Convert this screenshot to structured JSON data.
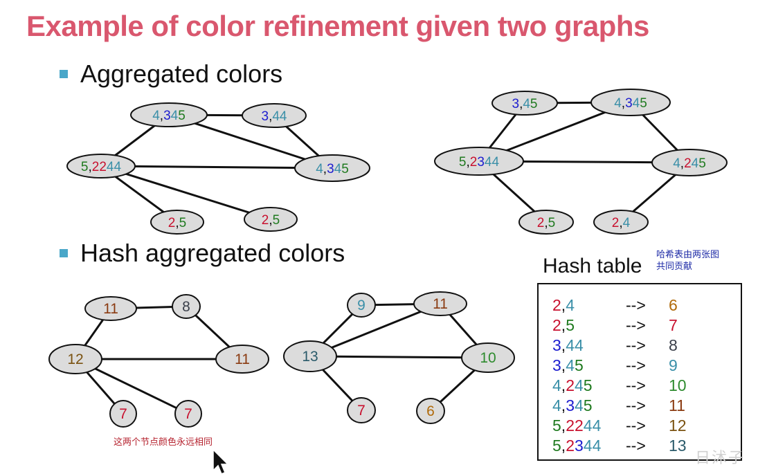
{
  "title": "Example of color refinement given two graphs",
  "bullets": [
    "Aggregated colors",
    "Hash aggregated colors"
  ],
  "colors": {
    "title": "#d9576e",
    "bullet": "#4aa7c9",
    "node_fill": "#dcdcdc",
    "c2": "#c8102e",
    "c3": "#1c1ccf",
    "c4": "#3a8fa8",
    "c5": "#1f7a1f",
    "h6": "#b06a0a",
    "h7": "#c8102e",
    "h8": "#3a3f4a",
    "h9": "#3a8fa8",
    "h10": "#2e8b2e",
    "h11": "#8a3a10",
    "h12": "#7a5210",
    "h13": "#2a5a6a"
  },
  "aggregated_graphs": [
    {
      "nodes": [
        {
          "id": "a",
          "label": [
            [
              "4",
              "c4"
            ],
            [
              ",",
              ""
            ],
            [
              "3",
              "c3"
            ],
            [
              "4",
              "c4"
            ],
            [
              "5",
              "c5"
            ]
          ]
        },
        {
          "id": "b",
          "label": [
            [
              "3",
              "c3"
            ],
            [
              ",",
              ""
            ],
            [
              "4",
              "c4"
            ],
            [
              "4",
              "c4"
            ]
          ]
        },
        {
          "id": "c",
          "label": [
            [
              "5",
              "c5"
            ],
            [
              ",",
              ""
            ],
            [
              "2",
              "c2"
            ],
            [
              "2",
              "c2"
            ],
            [
              "4",
              "c4"
            ],
            [
              "4",
              "c4"
            ]
          ]
        },
        {
          "id": "d",
          "label": [
            [
              "4",
              "c4"
            ],
            [
              ",",
              ""
            ],
            [
              "3",
              "c3"
            ],
            [
              "4",
              "c4"
            ],
            [
              "5",
              "c5"
            ]
          ]
        },
        {
          "id": "e",
          "label": [
            [
              "2",
              "c2"
            ],
            [
              ",",
              ""
            ],
            [
              "5",
              "c5"
            ]
          ]
        },
        {
          "id": "f",
          "label": [
            [
              "2",
              "c2"
            ],
            [
              ",",
              ""
            ],
            [
              "5",
              "c5"
            ]
          ]
        }
      ],
      "edges": [
        [
          "a",
          "b"
        ],
        [
          "a",
          "c"
        ],
        [
          "a",
          "d"
        ],
        [
          "b",
          "d"
        ],
        [
          "c",
          "d"
        ],
        [
          "c",
          "e"
        ],
        [
          "c",
          "f"
        ]
      ]
    },
    {
      "nodes": [
        {
          "id": "a",
          "label": [
            [
              "3",
              "c3"
            ],
            [
              ",",
              ""
            ],
            [
              "4",
              "c4"
            ],
            [
              "5",
              "c5"
            ]
          ]
        },
        {
          "id": "b",
          "label": [
            [
              "4",
              "c4"
            ],
            [
              ",",
              ""
            ],
            [
              "3",
              "c3"
            ],
            [
              "4",
              "c4"
            ],
            [
              "5",
              "c5"
            ]
          ]
        },
        {
          "id": "c",
          "label": [
            [
              "5",
              "c5"
            ],
            [
              ",",
              ""
            ],
            [
              "2",
              "c2"
            ],
            [
              "3",
              "c3"
            ],
            [
              "4",
              "c4"
            ],
            [
              "4",
              "c4"
            ]
          ]
        },
        {
          "id": "d",
          "label": [
            [
              "4",
              "c4"
            ],
            [
              ",",
              ""
            ],
            [
              "2",
              "c2"
            ],
            [
              "4",
              "c4"
            ],
            [
              "5",
              "c5"
            ]
          ]
        },
        {
          "id": "e",
          "label": [
            [
              "2",
              "c2"
            ],
            [
              ",",
              ""
            ],
            [
              "5",
              "c5"
            ]
          ]
        },
        {
          "id": "f",
          "label": [
            [
              "2",
              "c2"
            ],
            [
              ",",
              ""
            ],
            [
              "4",
              "c4"
            ]
          ]
        }
      ],
      "edges": [
        [
          "a",
          "b"
        ],
        [
          "a",
          "c"
        ],
        [
          "b",
          "c"
        ],
        [
          "b",
          "d"
        ],
        [
          "c",
          "d"
        ],
        [
          "c",
          "e"
        ],
        [
          "d",
          "f"
        ]
      ]
    }
  ],
  "hashed_graphs": [
    {
      "nodes": [
        {
          "id": "a",
          "label": "11",
          "color": "h11"
        },
        {
          "id": "b",
          "label": "8",
          "color": "h8"
        },
        {
          "id": "c",
          "label": "12",
          "color": "h12"
        },
        {
          "id": "d",
          "label": "11",
          "color": "h11"
        },
        {
          "id": "e",
          "label": "7",
          "color": "h7"
        },
        {
          "id": "f",
          "label": "7",
          "color": "h7"
        }
      ],
      "edges": [
        [
          "a",
          "b"
        ],
        [
          "a",
          "c"
        ],
        [
          "b",
          "d"
        ],
        [
          "c",
          "d"
        ],
        [
          "c",
          "e"
        ],
        [
          "c",
          "f"
        ]
      ]
    },
    {
      "nodes": [
        {
          "id": "a",
          "label": "9",
          "color": "h9"
        },
        {
          "id": "b",
          "label": "11",
          "color": "h11"
        },
        {
          "id": "c",
          "label": "13",
          "color": "h13"
        },
        {
          "id": "d",
          "label": "10",
          "color": "h10"
        },
        {
          "id": "e",
          "label": "7",
          "color": "h7"
        },
        {
          "id": "f",
          "label": "6",
          "color": "h6"
        }
      ],
      "edges": [
        [
          "a",
          "b"
        ],
        [
          "a",
          "c"
        ],
        [
          "b",
          "c"
        ],
        [
          "b",
          "d"
        ],
        [
          "c",
          "d"
        ],
        [
          "c",
          "e"
        ],
        [
          "d",
          "f"
        ]
      ]
    }
  ],
  "hash_table": {
    "title": "Hash table",
    "note_lines": [
      "哈希表由两张图",
      "共同贡献"
    ],
    "arrow": "-->",
    "rows": [
      {
        "key": [
          [
            "2",
            "c2"
          ],
          [
            ",",
            ""
          ],
          [
            "4",
            "c4"
          ]
        ],
        "value": "6",
        "value_color": "h6"
      },
      {
        "key": [
          [
            "2",
            "c2"
          ],
          [
            ",",
            ""
          ],
          [
            "5",
            "c5"
          ]
        ],
        "value": "7",
        "value_color": "h7"
      },
      {
        "key": [
          [
            "3",
            "c3"
          ],
          [
            ",",
            ""
          ],
          [
            "4",
            "c4"
          ],
          [
            "4",
            "c4"
          ]
        ],
        "value": "8",
        "value_color": "h8"
      },
      {
        "key": [
          [
            "3",
            "c3"
          ],
          [
            ",",
            ""
          ],
          [
            "4",
            "c4"
          ],
          [
            "5",
            "c5"
          ]
        ],
        "value": "9",
        "value_color": "h9"
      },
      {
        "key": [
          [
            "4",
            "c4"
          ],
          [
            ",",
            ""
          ],
          [
            "2",
            "c2"
          ],
          [
            "4",
            "c4"
          ],
          [
            "5",
            "c5"
          ]
        ],
        "value": "10",
        "value_color": "h10"
      },
      {
        "key": [
          [
            "4",
            "c4"
          ],
          [
            ",",
            ""
          ],
          [
            "3",
            "c3"
          ],
          [
            "4",
            "c4"
          ],
          [
            "5",
            "c5"
          ]
        ],
        "value": "11",
        "value_color": "h11"
      },
      {
        "key": [
          [
            "5",
            "c5"
          ],
          [
            ",",
            ""
          ],
          [
            "2",
            "c2"
          ],
          [
            "2",
            "c2"
          ],
          [
            "4",
            "c4"
          ],
          [
            "4",
            "c4"
          ]
        ],
        "value": "12",
        "value_color": "h12"
      },
      {
        "key": [
          [
            "5",
            "c5"
          ],
          [
            ",",
            ""
          ],
          [
            "2",
            "c2"
          ],
          [
            "3",
            "c3"
          ],
          [
            "4",
            "c4"
          ],
          [
            "4",
            "c4"
          ]
        ],
        "value": "13",
        "value_color": "h13"
      }
    ]
  },
  "annotation": "这两个节点颜色永远相同",
  "watermark": "日沭子"
}
